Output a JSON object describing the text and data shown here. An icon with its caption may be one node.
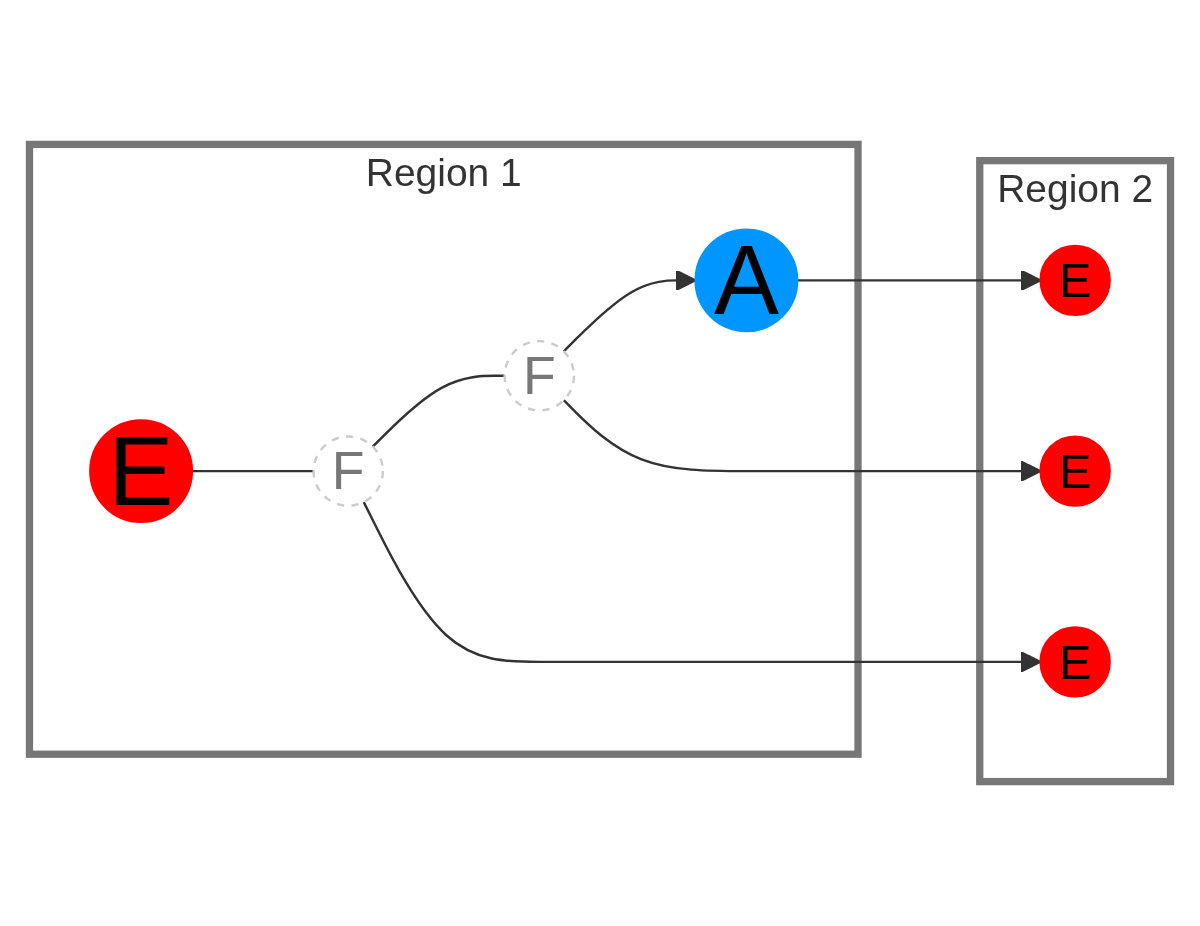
{
  "diagram": {
    "nodes": [
      {
        "text": [
          "Region 1"
        ]
      },
      {
        "text": [
          "A"
        ],
        "in": 0
      },
      {
        "text": [
          "F"
        ],
        "in": 0
      },
      {
        "text": [
          "F"
        ],
        "in": 0
      },
      {
        "text": [
          "E"
        ],
        "in": 0
      },
      {
        "text": [
          "Region 2"
        ]
      },
      {
        "text": [
          "E"
        ],
        "in": 5
      },
      {
        "text": [
          "E"
        ],
        "in": 5
      },
      {
        "text": [
          "E"
        ],
        "in": 5
      }
    ],
    "edges": [
      {
        "from": 4,
        "to": 3,
        "arrow": "none"
      },
      {
        "from": 3,
        "to": 2,
        "arrow": "none"
      },
      {
        "from": 2,
        "to": 1,
        "arrow": "to"
      },
      {
        "from": 1,
        "to": 6,
        "arrow": "to"
      },
      {
        "from": 2,
        "to": 7,
        "arrow": "to"
      },
      {
        "from": 3,
        "to": 8,
        "arrow": "to"
      }
    ]
  }
}
